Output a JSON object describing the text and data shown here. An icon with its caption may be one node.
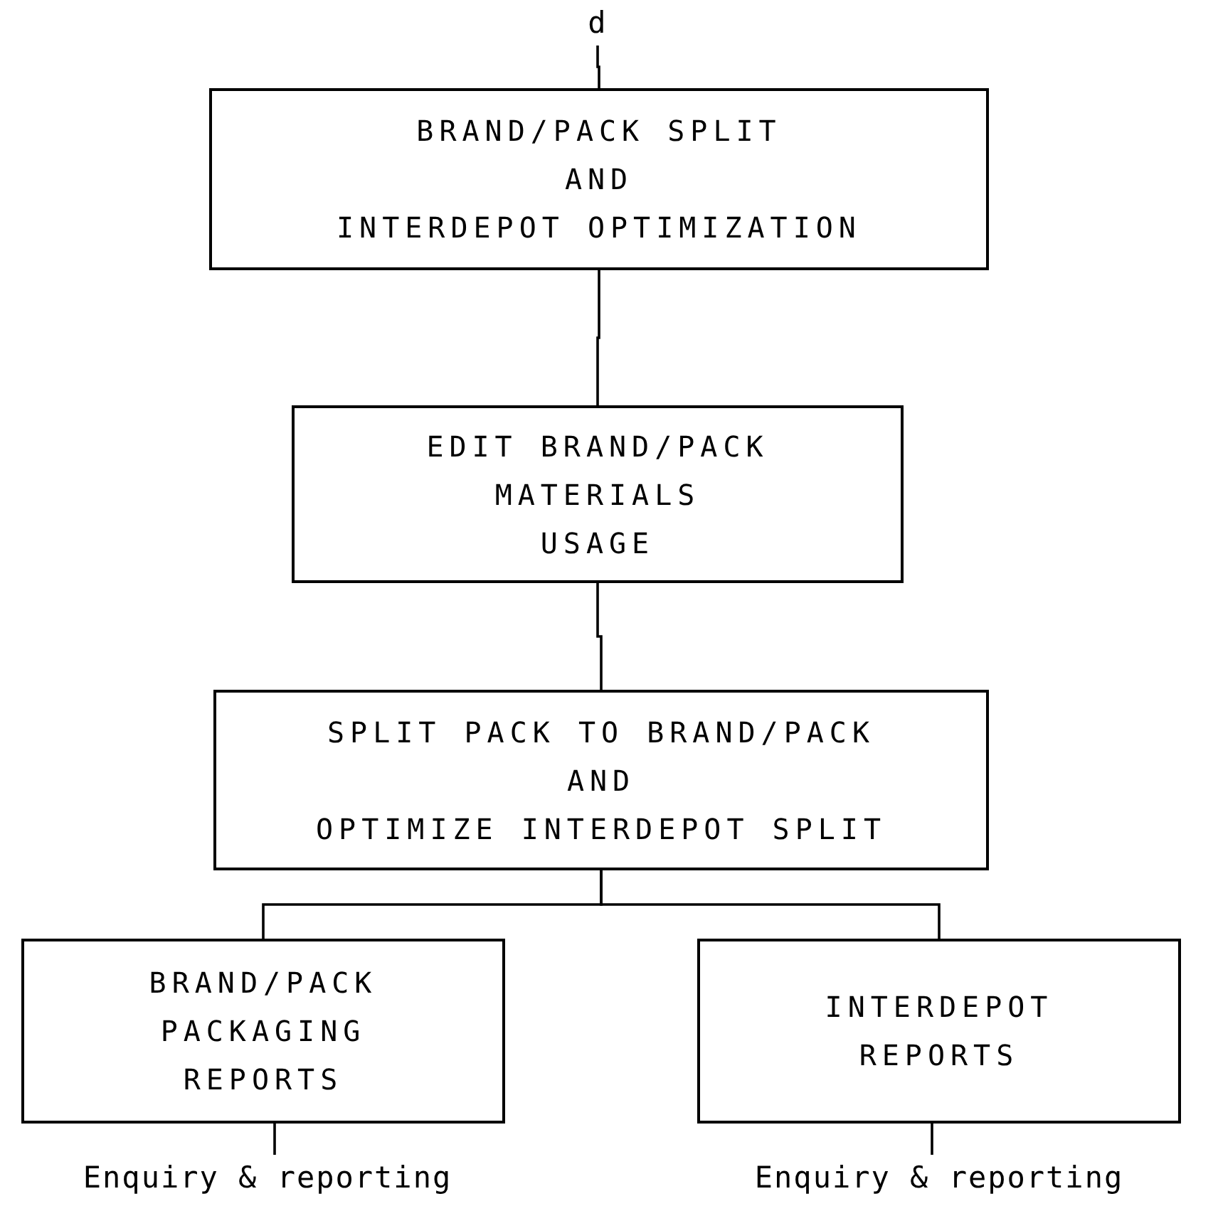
{
  "diagram": {
    "nodes": [
      {
        "text": [
          "d"
        ]
      },
      {
        "text": [
          "BRAND/PACK SPLIT",
          "AND",
          "INTERDEPOT OPTIMIZATION"
        ]
      },
      {
        "text": [
          "EDIT BRAND/PACK",
          "MATERIALS",
          "USAGE"
        ]
      },
      {
        "text": [
          "SPLIT PACK TO BRAND/PACK",
          "AND",
          "OPTIMIZE INTERDEPOT SPLIT"
        ]
      },
      {
        "text": [
          "BRAND/PACK",
          "PACKAGING",
          "REPORTS"
        ]
      },
      {
        "text": [
          "INTERDEPOT",
          "REPORTS"
        ]
      },
      {
        "text": [
          "Enquiry & reporting"
        ]
      },
      {
        "text": [
          "Enquiry & reporting"
        ]
      }
    ],
    "edges": [
      {
        "from": 0,
        "to": 1,
        "arrow": "none"
      },
      {
        "from": 1,
        "to": 2,
        "arrow": "none"
      },
      {
        "from": 2,
        "to": 3,
        "arrow": "none"
      },
      {
        "from": 3,
        "to": 4,
        "arrow": "none"
      },
      {
        "from": 3,
        "to": 5,
        "arrow": "none"
      },
      {
        "from": 4,
        "to": 6,
        "arrow": "none"
      },
      {
        "from": 5,
        "to": 7,
        "arrow": "none"
      }
    ]
  }
}
